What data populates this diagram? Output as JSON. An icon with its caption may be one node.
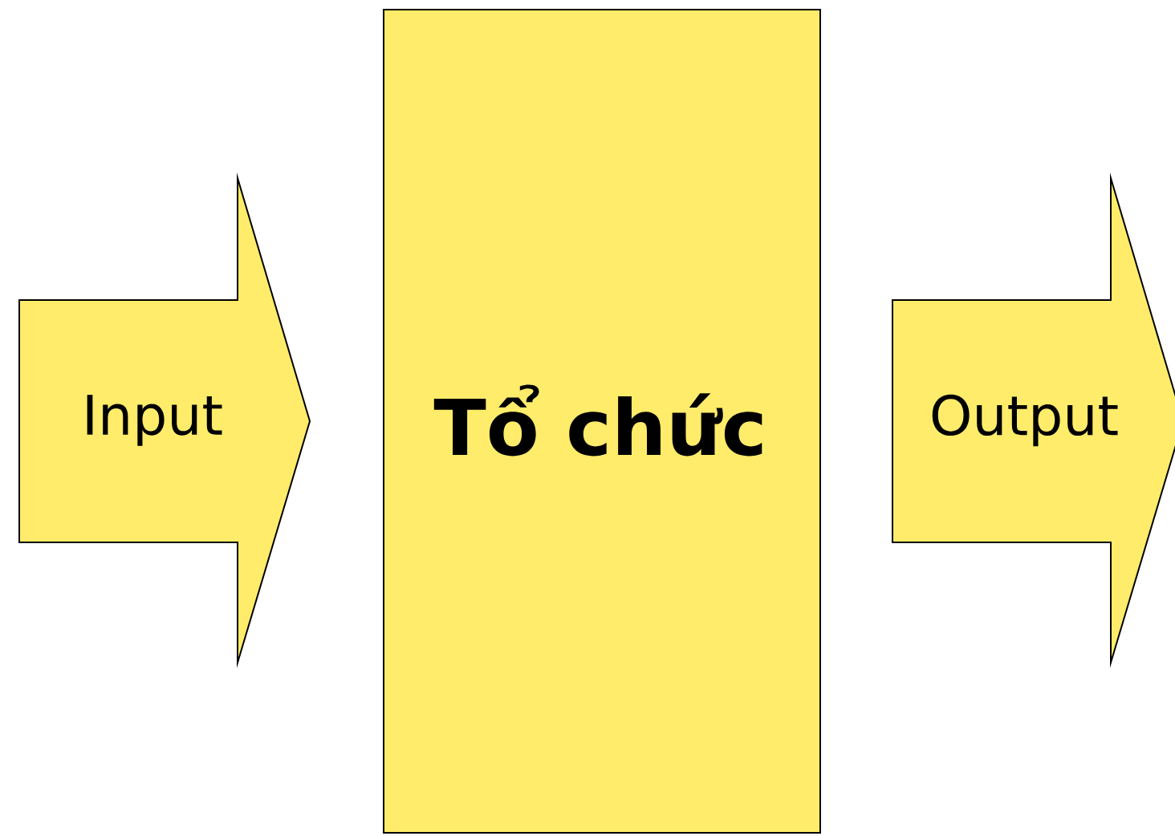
{
  "diagram": {
    "nodes": [
      {
        "text": [
          "Input"
        ]
      },
      {
        "text": [
          "Tổ chức"
        ]
      },
      {
        "text": [
          "Output"
        ]
      }
    ]
  }
}
